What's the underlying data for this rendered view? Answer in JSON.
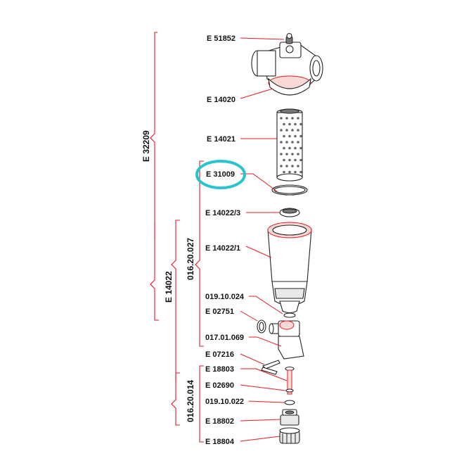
{
  "parts": [
    "E 51852",
    "E 14020",
    "E 14021",
    "E 31009",
    "E 14022/3",
    "E 14022/1",
    "019.10.024",
    "E 02751",
    "017.01.069",
    "E 07216",
    "E 18803",
    "E 02690",
    "019.10.022",
    "E 18802",
    "E 18804"
  ],
  "assemblies": [
    "E 32209",
    "E 14022",
    "016.20.027",
    "016.20.014"
  ],
  "colors": {
    "leader": "#e31b23",
    "highlight": "#29c4cf",
    "text": "#111111"
  }
}
